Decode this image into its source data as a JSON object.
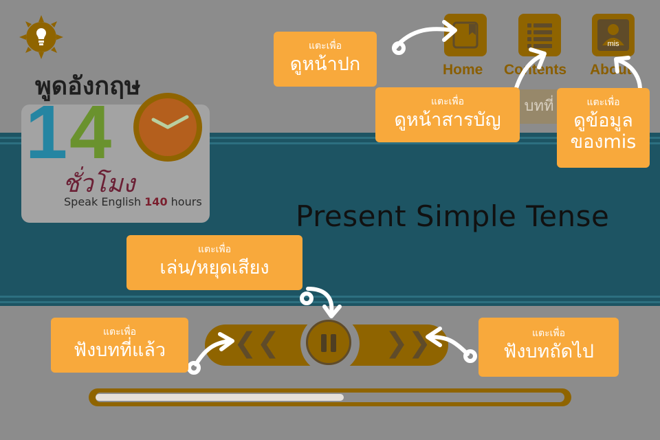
{
  "colors": {
    "background": "#8c8c8c",
    "band": "#1d5463",
    "control_brown": "#8f6400",
    "note_orange": "#f8a93c"
  },
  "logo": {
    "title": "พูดอังกฤษ",
    "digit_1": "1",
    "digit_4": "4",
    "script": "ชั่วโมง",
    "sub_prefix": "Speak English ",
    "sub_hours": "140",
    "sub_suffix": " hours",
    "icon": "clock-icon"
  },
  "nav": {
    "home": {
      "label": "Home",
      "icon": "bookmark-icon"
    },
    "contents": {
      "label": "Contents",
      "icon": "list-icon"
    },
    "about": {
      "label": "About",
      "icon": "profile-icon",
      "badge": "mis"
    }
  },
  "page_tab": "บทที่",
  "lesson": {
    "title": "Present Simple Tense"
  },
  "controls": {
    "prev_icon": "double-chevron-left-icon",
    "next_icon": "double-chevron-right-icon",
    "pause_icon": "pause-icon",
    "progress": 0.53
  },
  "notes": {
    "tap": "แตะเพื่อ",
    "home_tip": "ดูหน้าปก",
    "contents_tip": "ดูหน้าสารบัญ",
    "about_tip_1": "ดูข้อมูล",
    "about_tip_2": "ของmis",
    "play_tip": "เล่น/หยุดเสียง",
    "prev_tip": "ฟังบทที่แล้ว",
    "next_tip": "ฟังบทถัดไป"
  }
}
